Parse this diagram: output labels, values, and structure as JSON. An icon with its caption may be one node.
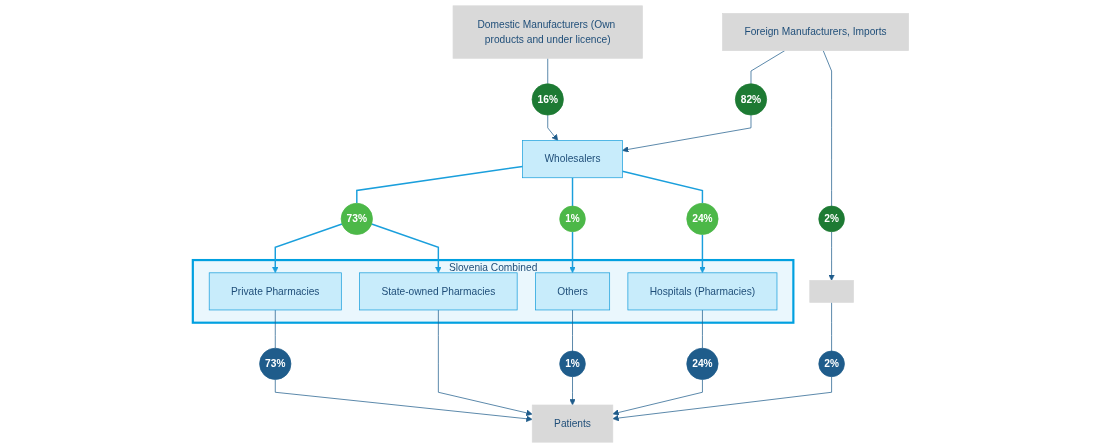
{
  "diagram": {
    "nodes": [
      {
        "text": [
          "Domestic Manufacturers (Own products and under licence)"
        ]
      },
      {
        "text": [
          "Foreign Manufacturers, Imports"
        ]
      },
      {
        "text": [
          "16%"
        ]
      },
      {
        "text": [
          "82%"
        ]
      },
      {
        "text": [
          "Wholesalers"
        ]
      },
      {
        "text": [
          "73%"
        ]
      },
      {
        "text": [
          "1%"
        ]
      },
      {
        "text": [
          "24%"
        ]
      },
      {
        "text": [
          "2%"
        ]
      },
      {
        "text": [
          "Slovenia Combined"
        ]
      },
      {
        "text": [
          "Private Pharmacies"
        ],
        "in": 9
      },
      {
        "text": [
          "State-owned Pharmacies"
        ],
        "in": 9
      },
      {
        "text": [
          "Others"
        ],
        "in": 9
      },
      {
        "text": [
          "Hospitals (Pharmacies)"
        ],
        "in": 9
      },
      {
        "text": [],
        "shape": "box"
      },
      {
        "text": [
          "73%"
        ]
      },
      {
        "text": [
          "1%"
        ]
      },
      {
        "text": [
          "24%"
        ]
      },
      {
        "text": [
          "2%"
        ]
      },
      {
        "text": [
          "Patients"
        ]
      }
    ],
    "edges": [
      {
        "from": 0,
        "to": 2,
        "arrow": "none"
      },
      {
        "from": 2,
        "to": 4,
        "arrow": "to"
      },
      {
        "from": 1,
        "to": 3,
        "arrow": "none"
      },
      {
        "from": 3,
        "to": 4,
        "arrow": "to"
      },
      {
        "from": 4,
        "to": 5,
        "arrow": "none",
        "color": "#1a9fdc"
      },
      {
        "from": 5,
        "to": 10,
        "arrow": "to",
        "color": "#1a9fdc"
      },
      {
        "from": 5,
        "to": 11,
        "arrow": "to",
        "color": "#1a9fdc"
      },
      {
        "from": 4,
        "to": 6,
        "arrow": "none",
        "color": "#1a9fdc"
      },
      {
        "from": 6,
        "to": 12,
        "arrow": "to",
        "color": "#1a9fdc"
      },
      {
        "from": 4,
        "to": 7,
        "arrow": "none",
        "color": "#1a9fdc"
      },
      {
        "from": 7,
        "to": 13,
        "arrow": "to",
        "color": "#1a9fdc"
      },
      {
        "from": 1,
        "to": 8,
        "arrow": "none"
      },
      {
        "from": 8,
        "to": 14,
        "arrow": "to"
      },
      {
        "from": 10,
        "to": 15,
        "arrow": "none"
      },
      {
        "from": 15,
        "to": 19,
        "arrow": "to"
      },
      {
        "from": 11,
        "to": 19,
        "arrow": "to"
      },
      {
        "from": 12,
        "to": 16,
        "arrow": "none"
      },
      {
        "from": 16,
        "to": 19,
        "arrow": "to"
      },
      {
        "from": 13,
        "to": 17,
        "arrow": "none"
      },
      {
        "from": 17,
        "to": 19,
        "arrow": "to"
      },
      {
        "from": 14,
        "to": 18,
        "arrow": "none"
      },
      {
        "from": 18,
        "to": 19,
        "arrow": "to"
      }
    ]
  }
}
